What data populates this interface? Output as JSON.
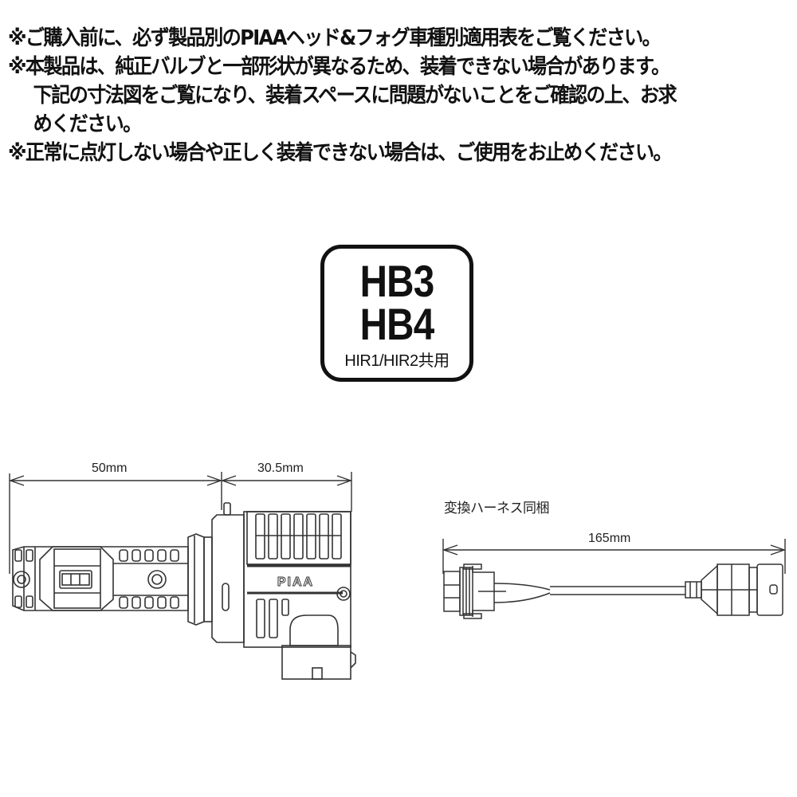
{
  "notes": [
    "※ご購入前に、必ず製品別のPIAAヘッド&フォグ車種別適用表をご覧ください。",
    "※本製品は、純正バルブと一部形状が異なるため、装着できない場合があります。",
    "下記の寸法図をご覧になり、装着スペースに問題がないことをご確認の上、お求",
    "めください。",
    "※正常に点灯しない場合や正しく装着できない場合は、ご使用をお止めください。"
  ],
  "badge": {
    "line1": "HB3",
    "line2": "HB4",
    "line3": "HIR1/HIR2共用"
  },
  "bulb_diagram": {
    "dim_left": "50mm",
    "dim_right": "30.5mm",
    "brand": "PIAA"
  },
  "harness_diagram": {
    "title": "変換ハーネス同梱",
    "dim": "165mm"
  },
  "colors": {
    "text": "#111111",
    "line": "#333333",
    "background": "#ffffff"
  }
}
